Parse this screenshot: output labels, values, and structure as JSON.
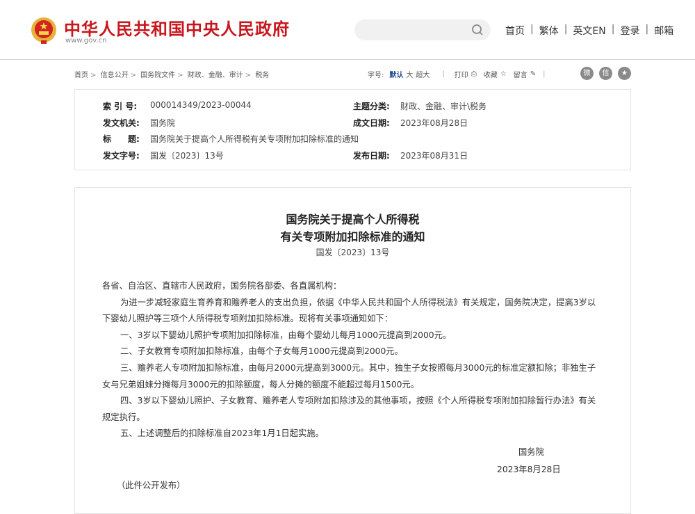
{
  "header": {
    "site_title": "中华人民共和国中央人民政府",
    "site_url": "www.gov.cn",
    "search_placeholder": "",
    "nav": [
      "首页",
      "繁体",
      "英文EN",
      "登录",
      "邮箱"
    ]
  },
  "breadcrumb": [
    "首页",
    "信息公开",
    "国务院文件",
    "财政、金融、审计",
    "税务"
  ],
  "tools": {
    "font_label": "字号:",
    "font_default": "默认",
    "font_large": "大",
    "font_xlarge": "超大",
    "print": "打印",
    "favorite": "收藏",
    "comment": "留言"
  },
  "share_icons": [
    "weibo-icon",
    "wechat-icon",
    "qzone-icon"
  ],
  "info": {
    "index_label": "索 引 号:",
    "index_value": "000014349/2023-00044",
    "topic_label": "主题分类:",
    "topic_value": "财政、金融、审计\\税务",
    "issuer_label": "发文机关:",
    "issuer_value": "国务院",
    "written_label": "成文日期:",
    "written_value": "2023年08月28日",
    "title_label": "标　　题:",
    "title_value": "国务院关于提高个人所得税有关专项附加扣除标准的通知",
    "docno_label": "发文字号:",
    "docno_value": "国发〔2023〕13号",
    "published_label": "发布日期:",
    "published_value": "2023年08月31日"
  },
  "article": {
    "title_line1": "国务院关于提高个人所得税",
    "title_line2": "有关专项附加扣除标准的通知",
    "doc_no": "国发〔2023〕13号",
    "paragraphs": [
      "各省、自治区、直辖市人民政府，国务院各部委、各直属机构：",
      "为进一步减轻家庭生育养育和赡养老人的支出负担，依据《中华人民共和国个人所得税法》有关规定，国务院决定，提高3岁以下婴幼儿照护等三项个人所得税专项附加扣除标准。现将有关事项通知如下：",
      "一、3岁以下婴幼儿照护专项附加扣除标准，由每个婴幼儿每月1000元提高到2000元。",
      "二、子女教育专项附加扣除标准，由每个子女每月1000元提高到2000元。",
      "三、赡养老人专项附加扣除标准，由每月2000元提高到3000元。其中，独生子女按照每月3000元的标准定额扣除；非独生子女与兄弟姐妹分摊每月3000元的扣除额度，每人分摊的额度不能超过每月1500元。",
      "四、3岁以下婴幼儿照护、子女教育、赡养老人专项附加扣除涉及的其他事项，按照《个人所得税专项附加扣除暂行办法》有关规定执行。",
      "五、上述调整后的扣除标准自2023年1月1日起实施。"
    ],
    "signer": "国务院",
    "sign_date": "2023年8月28日",
    "note": "（此件公开发布）"
  }
}
